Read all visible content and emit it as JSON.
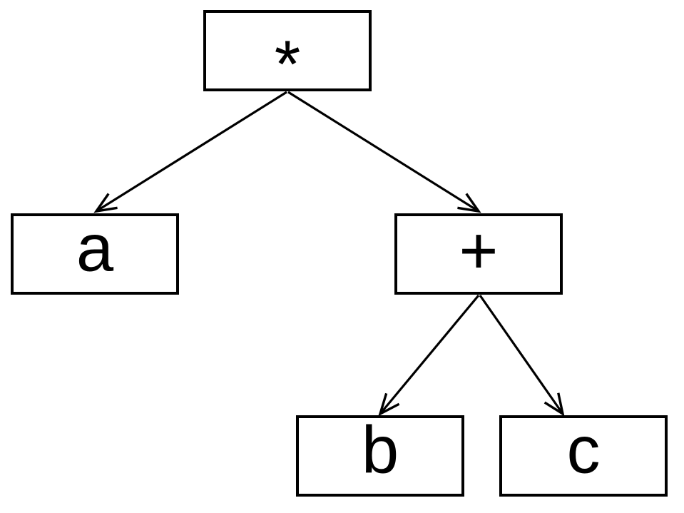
{
  "diagram": {
    "type": "tree",
    "nodes": [
      {
        "id": "multiply",
        "label": "*"
      },
      {
        "id": "a",
        "label": "a"
      },
      {
        "id": "add",
        "label": "+"
      },
      {
        "id": "b",
        "label": "b"
      },
      {
        "id": "c",
        "label": "c"
      }
    ],
    "edges": [
      {
        "from": "multiply",
        "to": "a"
      },
      {
        "from": "multiply",
        "to": "add"
      },
      {
        "from": "add",
        "to": "b"
      },
      {
        "from": "add",
        "to": "c"
      }
    ]
  },
  "colors": {
    "background": "#ffffff",
    "node_fill": "#ffffff",
    "node_border": "#000000",
    "edge": "#000000",
    "text": "#000000"
  }
}
